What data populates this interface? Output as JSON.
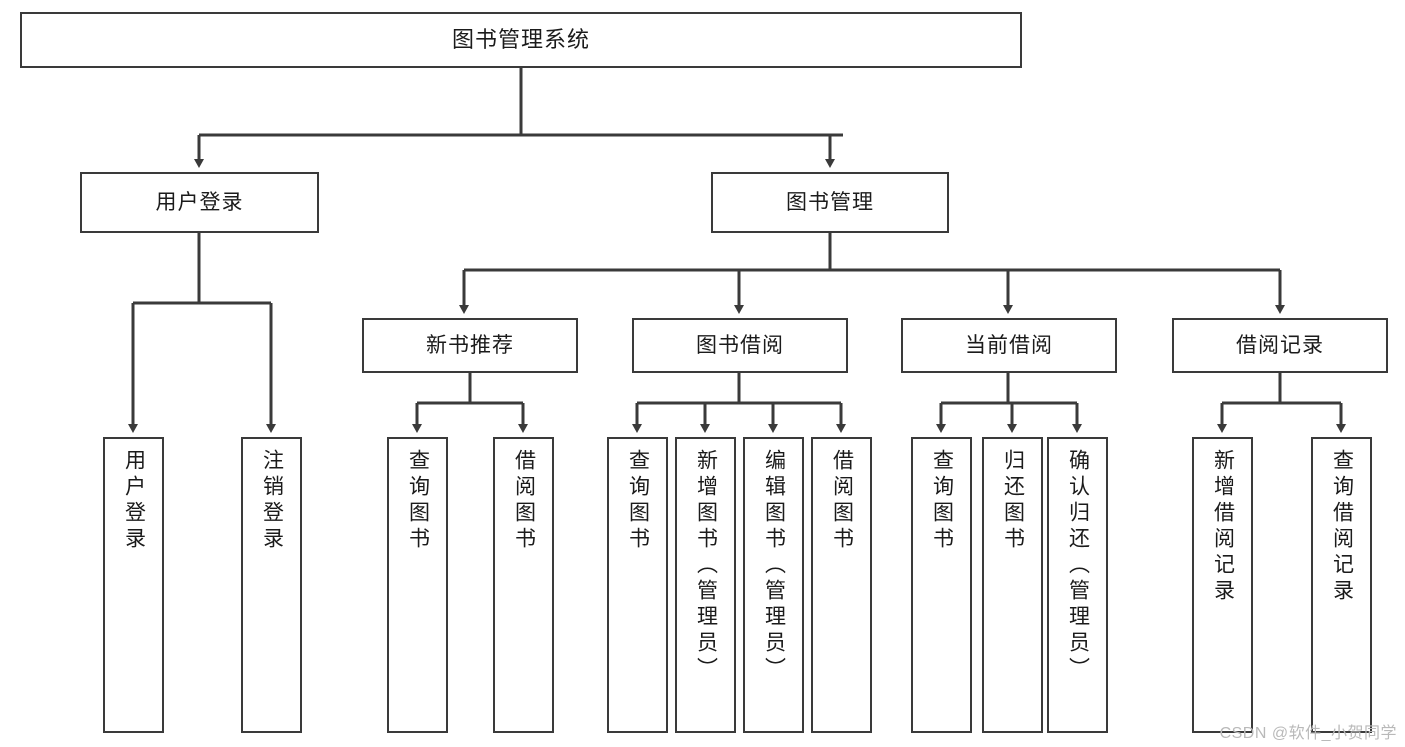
{
  "diagram": {
    "title": "图书管理系统",
    "type": "hierarchy-tree",
    "levels": 4,
    "edge_color": "#3a3a3a",
    "node_border_color": "#3a3a3a",
    "node_fill_color": "#ffffff",
    "text_color": "#1b1b1b",
    "background_color": "#ffffff"
  },
  "nodes": {
    "root": {
      "label": "图书管理系统",
      "level": 1,
      "orientation": "horizontal"
    },
    "level2": [
      {
        "id": "user-login",
        "label": "用户登录",
        "level": 2,
        "orientation": "horizontal"
      },
      {
        "id": "book-management",
        "label": "图书管理",
        "level": 2,
        "orientation": "horizontal"
      }
    ],
    "level3": [
      {
        "id": "new-book-recommend",
        "label": "新书推荐",
        "level": 3,
        "orientation": "horizontal",
        "parent": "book-management"
      },
      {
        "id": "book-borrow",
        "label": "图书借阅",
        "level": 3,
        "orientation": "horizontal",
        "parent": "book-management"
      },
      {
        "id": "current-borrow",
        "label": "当前借阅",
        "level": 3,
        "orientation": "horizontal",
        "parent": "book-management"
      },
      {
        "id": "borrow-record",
        "label": "借阅记录",
        "level": 3,
        "orientation": "horizontal",
        "parent": "book-management"
      }
    ],
    "leaves": [
      {
        "id": "leaf-user-login",
        "label": "用户登录",
        "parent": "user-login",
        "orientation": "vertical"
      },
      {
        "id": "leaf-user-logout",
        "label": "注销登录",
        "parent": "user-login",
        "orientation": "vertical"
      },
      {
        "id": "leaf-query-book-1",
        "label": "查询图书",
        "parent": "new-book-recommend",
        "orientation": "vertical"
      },
      {
        "id": "leaf-borrow-book-1",
        "label": "借阅图书",
        "parent": "new-book-recommend",
        "orientation": "vertical"
      },
      {
        "id": "leaf-query-book-2",
        "label": "查询图书",
        "parent": "book-borrow",
        "orientation": "vertical"
      },
      {
        "id": "leaf-add-book",
        "label": "新增图书（管理员）",
        "parent": "book-borrow",
        "orientation": "vertical"
      },
      {
        "id": "leaf-edit-book",
        "label": "编辑图书（管理员）",
        "parent": "book-borrow",
        "orientation": "vertical"
      },
      {
        "id": "leaf-borrow-book-2",
        "label": "借阅图书",
        "parent": "book-borrow",
        "orientation": "vertical"
      },
      {
        "id": "leaf-query-book-3",
        "label": "查询图书",
        "parent": "current-borrow",
        "orientation": "vertical"
      },
      {
        "id": "leaf-return-book",
        "label": "归还图书",
        "parent": "current-borrow",
        "orientation": "vertical"
      },
      {
        "id": "leaf-confirm-return",
        "label": "确认归还（管理员）",
        "parent": "current-borrow",
        "orientation": "vertical"
      },
      {
        "id": "leaf-add-record",
        "label": "新增借阅记录",
        "parent": "borrow-record",
        "orientation": "vertical"
      },
      {
        "id": "leaf-query-record",
        "label": "查询借阅记录",
        "parent": "borrow-record",
        "orientation": "vertical"
      }
    ]
  },
  "watermark": {
    "text": "CSDN @软件_小贺同学"
  }
}
